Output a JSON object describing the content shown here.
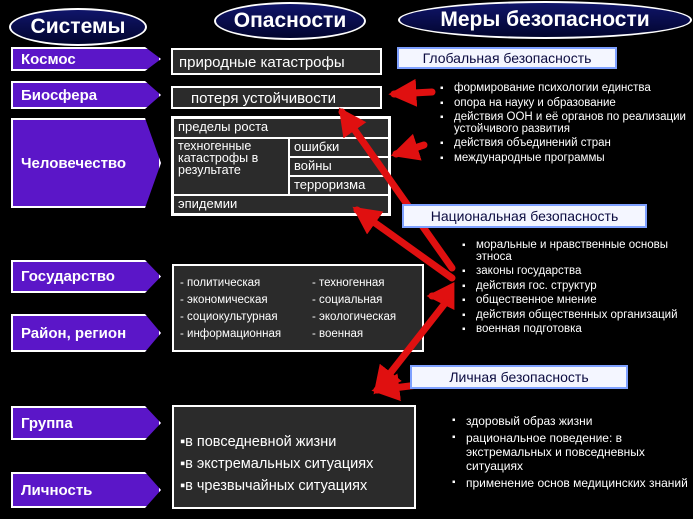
{
  "headers": {
    "systems": "Системы",
    "dangers": "Опасности",
    "measures": "Меры безопасности"
  },
  "systems": [
    "Космос",
    "Биосфера",
    "Человечество",
    "Государство",
    "Район, регион",
    "Группа",
    "Личность"
  ],
  "dangers": {
    "space": "природные катастрофы",
    "biosphere": "потеря устойчивости",
    "humanity": {
      "growth_limits": "пределы роста",
      "tech_catastrophes": "техногенные катастрофы в результате",
      "errors": "ошибки",
      "wars": "войны",
      "terrorism": "терроризма",
      "epidemics": "эпидемии"
    },
    "state": {
      "left": [
        "- политическая",
        "- экономическая",
        "- социокультурная",
        "- информационная"
      ],
      "right": [
        "- техногенная",
        "- социальная",
        "- экологическая",
        "- военная"
      ]
    },
    "group": [
      "в повседневной жизни",
      "в экстремальных ситуациях",
      "в чрезвычайных ситуациях"
    ]
  },
  "security": {
    "global": {
      "title": "Глобальная безопасность",
      "items": [
        "формирование психологии единства",
        "опора на науку и образование",
        "действия ООН и её органов по реализации устойчивого развития",
        "действия объединений стран",
        "международные программы"
      ]
    },
    "national": {
      "title": "Национальная безопасность",
      "items": [
        "моральные и нравственные основы этноса",
        "законы государства",
        "действия гос. структур",
        "общественное мнение",
        "действия общественных организаций",
        "военная подготовка"
      ]
    },
    "personal": {
      "title": "Личная безопасность",
      "items": [
        "здоровый образ жизни",
        "рациональное поведение: в экстремальных и повседневных ситуациях",
        "применение основ медицинских знаний"
      ]
    }
  },
  "colors": {
    "system_arrow": "#5b16c8",
    "danger_box": "#2b2b2b",
    "arrow": "#e01010",
    "header_oval": "#10156a"
  }
}
